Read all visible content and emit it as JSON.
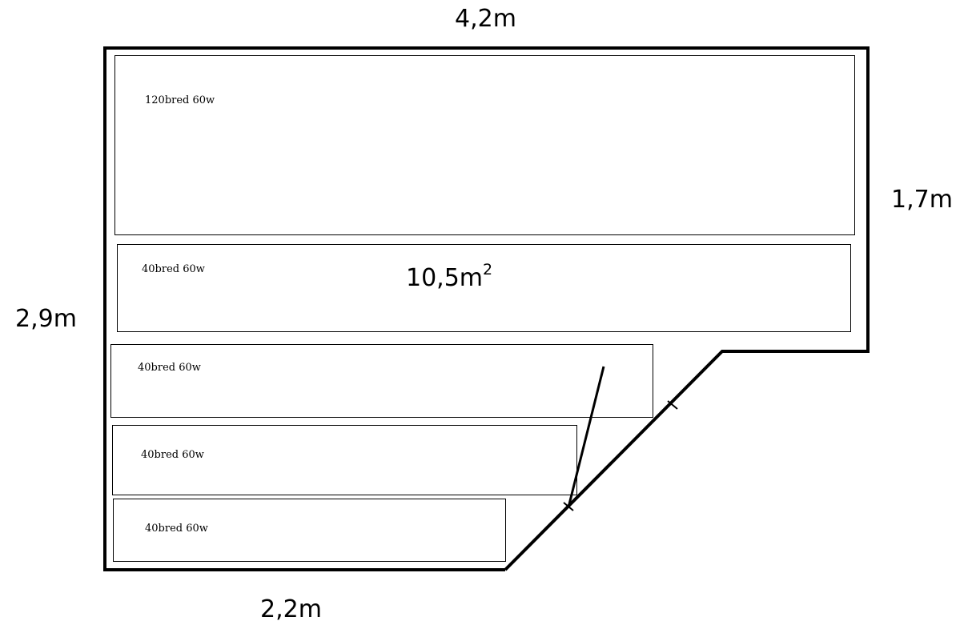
{
  "dimensions": {
    "top": "4,2m",
    "right": "1,7m",
    "left": "2,9m",
    "bottom": "2,2m"
  },
  "area": {
    "value": "10,5m",
    "unit_exponent": "2"
  },
  "panels": [
    {
      "label": "120bred 60w"
    },
    {
      "label": "40bred 60w"
    },
    {
      "label": "40bred 60w"
    },
    {
      "label": "40bred 60w"
    },
    {
      "label": "40bred 60w"
    }
  ]
}
